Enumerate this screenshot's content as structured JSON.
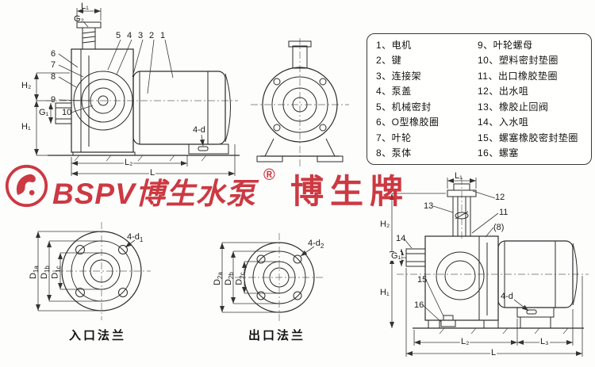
{
  "colors": {
    "line": "#2b2b2b",
    "red": "#c7242e"
  },
  "legend": {
    "left": [
      "1、电机",
      "2、键",
      "3、连接架",
      "4、泵盖",
      "5、机械密封",
      "6、O型橡胶圈",
      "7、叶轮",
      "8、泵体"
    ],
    "right": [
      "9、叶轮螺母",
      "10、塑料密封垫圈",
      "11、出口橡胶垫圈",
      "12、出水咀",
      "13、橡胶止回阀",
      "14、入水咀",
      "15、螺塞橡胶密封垫圈",
      "16、螺塞"
    ]
  },
  "watermark": {
    "brand": "BSPV博生水泵",
    "reg": "®",
    "series": "博生牌"
  },
  "dims": {
    "L": "L",
    "L1": "L₁",
    "L2": "L₂",
    "L3": "L₃",
    "H1": "H₁",
    "H2": "H₂",
    "G1": "G₁",
    "G2": "G₂",
    "holes": "4-d"
  },
  "callouts": {
    "c1": "1",
    "c2": "2",
    "c3": "3",
    "c4": "4",
    "c5": "5",
    "c6": "6",
    "c7": "7",
    "c8": "8",
    "c9": "9",
    "c10": "10",
    "c11": "11",
    "c12": "12",
    "c13": "13",
    "c14": "14",
    "c15": "15",
    "c16": "16",
    "c8p": "(8)"
  },
  "inlet_flange": {
    "caption": "入口法兰",
    "holes": {
      "base": "4-d",
      "sub": "1"
    },
    "dims": [
      {
        "base": "D",
        "sub": "1a"
      },
      {
        "base": "D",
        "sub": "1b"
      },
      {
        "base": "D",
        "sub": "1c"
      }
    ]
  },
  "outlet_flange": {
    "caption": "出口法兰",
    "holes": {
      "base": "4-d",
      "sub": "2"
    },
    "dims": [
      {
        "base": "D",
        "sub": "2a"
      },
      {
        "base": "D",
        "sub": "2b"
      },
      {
        "base": "D",
        "sub": "2c"
      }
    ]
  }
}
